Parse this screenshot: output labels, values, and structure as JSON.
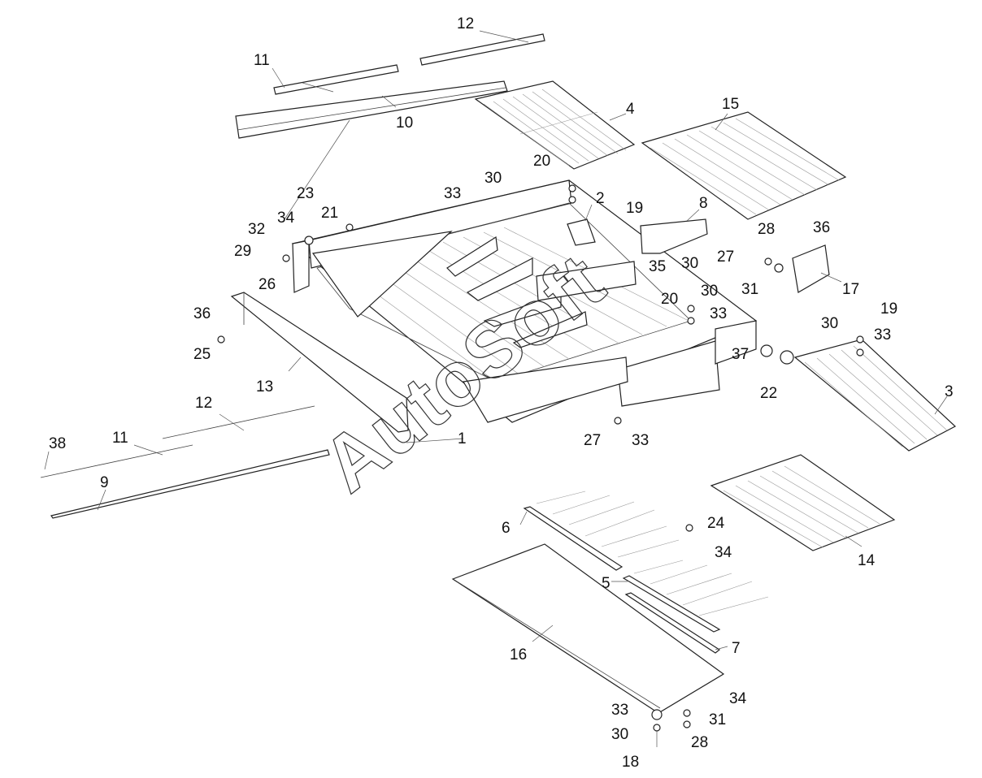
{
  "watermark": "AutoSoft",
  "callouts": [
    {
      "id": "c1",
      "text": "1"
    },
    {
      "id": "c2",
      "text": "2"
    },
    {
      "id": "c3",
      "text": "3"
    },
    {
      "id": "c4",
      "text": "4"
    },
    {
      "id": "c5",
      "text": "5"
    },
    {
      "id": "c6",
      "text": "6"
    },
    {
      "id": "c7",
      "text": "7"
    },
    {
      "id": "c8",
      "text": "8"
    },
    {
      "id": "c9",
      "text": "9"
    },
    {
      "id": "c10",
      "text": "10"
    },
    {
      "id": "c11a",
      "text": "11"
    },
    {
      "id": "c11b",
      "text": "11"
    },
    {
      "id": "c12a",
      "text": "12"
    },
    {
      "id": "c12b",
      "text": "12"
    },
    {
      "id": "c13",
      "text": "13"
    },
    {
      "id": "c14",
      "text": "14"
    },
    {
      "id": "c15",
      "text": "15"
    },
    {
      "id": "c16",
      "text": "16"
    },
    {
      "id": "c17",
      "text": "17"
    },
    {
      "id": "c18",
      "text": "18"
    },
    {
      "id": "c19a",
      "text": "19"
    },
    {
      "id": "c19b",
      "text": "19"
    },
    {
      "id": "c20a",
      "text": "20"
    },
    {
      "id": "c20b",
      "text": "20"
    },
    {
      "id": "c21",
      "text": "21"
    },
    {
      "id": "c22",
      "text": "22"
    },
    {
      "id": "c23",
      "text": "23"
    },
    {
      "id": "c24",
      "text": "24"
    },
    {
      "id": "c25",
      "text": "25"
    },
    {
      "id": "c26",
      "text": "26"
    },
    {
      "id": "c27a",
      "text": "27"
    },
    {
      "id": "c27b",
      "text": "27"
    },
    {
      "id": "c28a",
      "text": "28"
    },
    {
      "id": "c28b",
      "text": "28"
    },
    {
      "id": "c29",
      "text": "29"
    },
    {
      "id": "c30a",
      "text": "30"
    },
    {
      "id": "c30b",
      "text": "30"
    },
    {
      "id": "c30c",
      "text": "30"
    },
    {
      "id": "c30d",
      "text": "30"
    },
    {
      "id": "c30e",
      "text": "30"
    },
    {
      "id": "c31a",
      "text": "31"
    },
    {
      "id": "c31b",
      "text": "31"
    },
    {
      "id": "c32",
      "text": "32"
    },
    {
      "id": "c33a",
      "text": "33"
    },
    {
      "id": "c33b",
      "text": "33"
    },
    {
      "id": "c33c",
      "text": "33"
    },
    {
      "id": "c33d",
      "text": "33"
    },
    {
      "id": "c33e",
      "text": "33"
    },
    {
      "id": "c34a",
      "text": "34"
    },
    {
      "id": "c34b",
      "text": "34"
    },
    {
      "id": "c34c",
      "text": "34"
    },
    {
      "id": "c35",
      "text": "35"
    },
    {
      "id": "c36a",
      "text": "36"
    },
    {
      "id": "c36b",
      "text": "36"
    },
    {
      "id": "c37",
      "text": "37"
    },
    {
      "id": "c38",
      "text": "38"
    }
  ]
}
